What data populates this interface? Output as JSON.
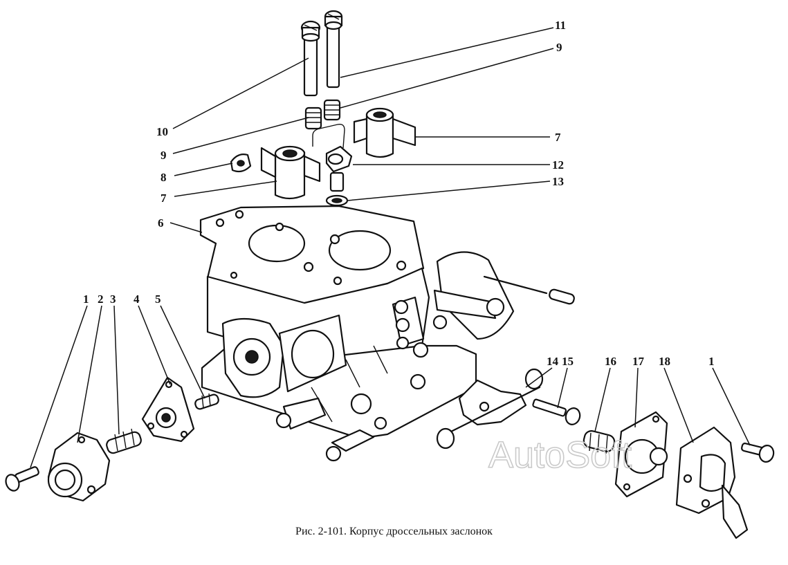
{
  "figure": {
    "caption": "Рис. 2-101. Корпус дроссельных заслонок",
    "watermark": "AutoSoft"
  },
  "callouts": [
    {
      "id": "c11",
      "label": "11"
    },
    {
      "id": "c9a",
      "label": "9"
    },
    {
      "id": "c10",
      "label": "10"
    },
    {
      "id": "c9b",
      "label": "9"
    },
    {
      "id": "c7a",
      "label": "7"
    },
    {
      "id": "c8",
      "label": "8"
    },
    {
      "id": "c12",
      "label": "12"
    },
    {
      "id": "c7b",
      "label": "7"
    },
    {
      "id": "c13",
      "label": "13"
    },
    {
      "id": "c6",
      "label": "6"
    },
    {
      "id": "c1a",
      "label": "1"
    },
    {
      "id": "c2",
      "label": "2"
    },
    {
      "id": "c3",
      "label": "3"
    },
    {
      "id": "c4",
      "label": "4"
    },
    {
      "id": "c5",
      "label": "5"
    },
    {
      "id": "c14",
      "label": "14"
    },
    {
      "id": "c15",
      "label": "15"
    },
    {
      "id": "c16",
      "label": "16"
    },
    {
      "id": "c17",
      "label": "17"
    },
    {
      "id": "c18",
      "label": "18"
    },
    {
      "id": "c1b",
      "label": "1"
    }
  ]
}
